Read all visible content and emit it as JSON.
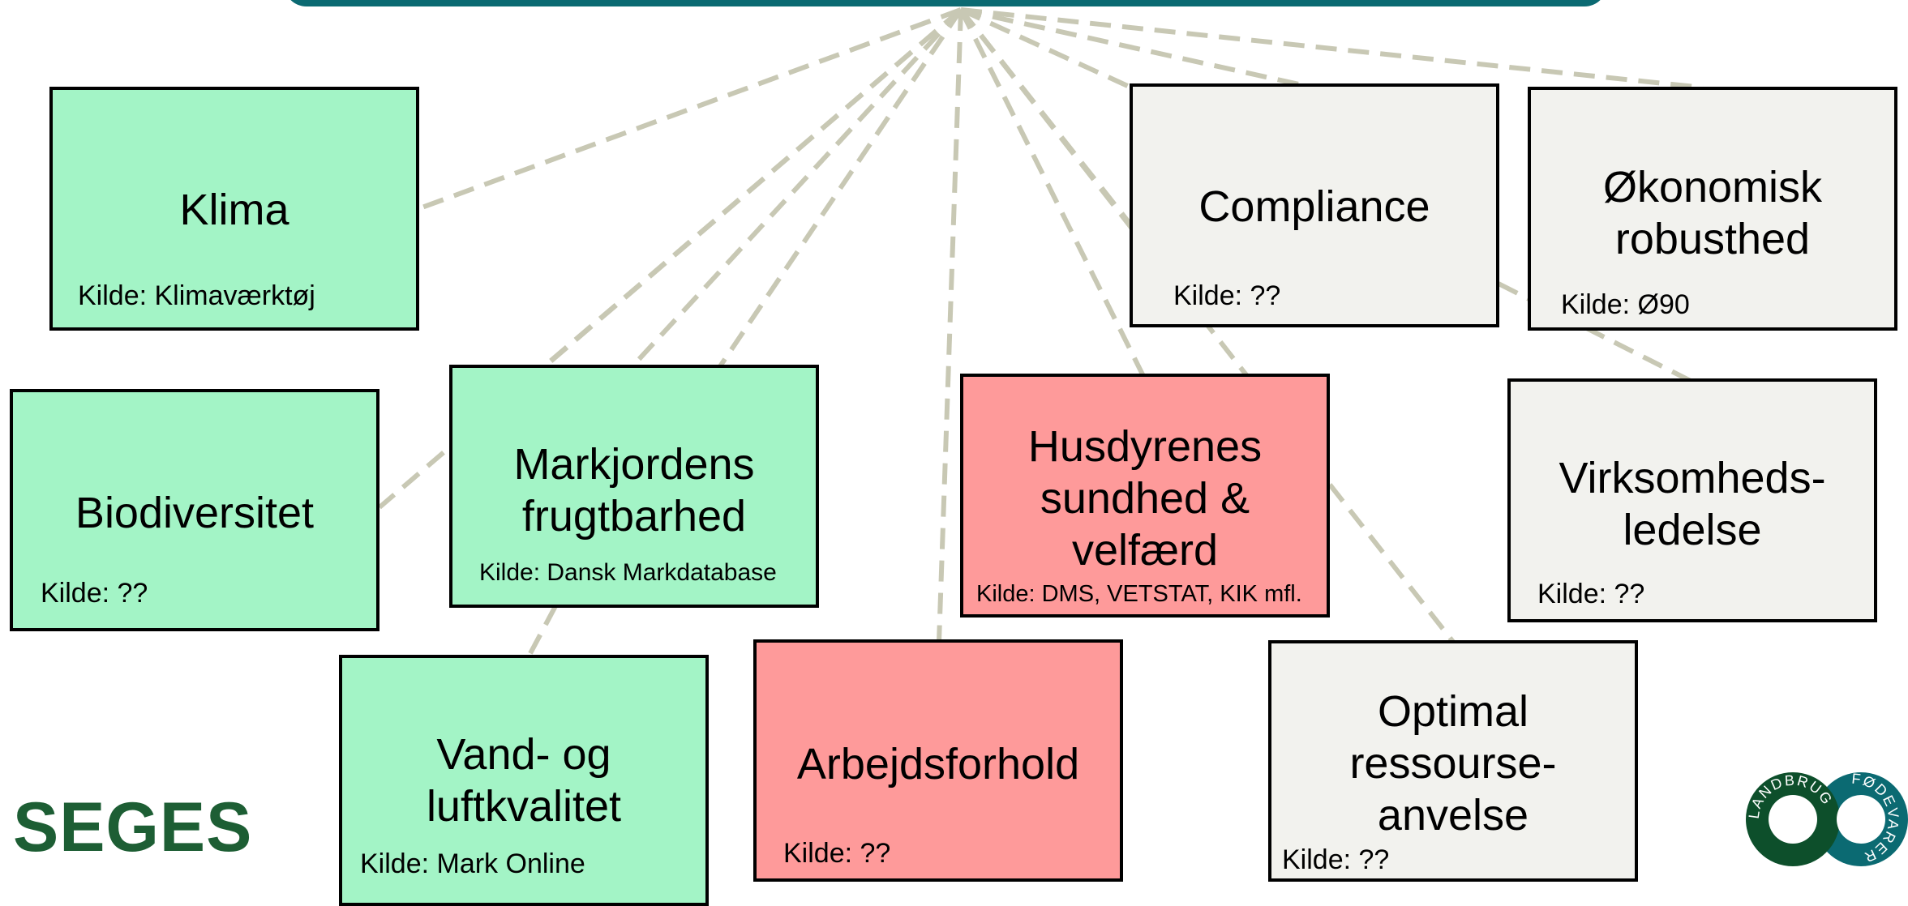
{
  "colors": {
    "green": "#a3f4c6",
    "red": "#fe9a9a",
    "grey": "#f2f2ee",
    "connector": "#c8c8b4",
    "header": "#0b6a72",
    "seges_green": "#1d5e34",
    "lf_dark_green": "#0d4f2b",
    "lf_teal": "#0b6a72"
  },
  "boxes": {
    "klima": {
      "title": "Klima",
      "source": "Kilde: Klimaværktøj"
    },
    "biodiversitet": {
      "title": "Biodiversitet",
      "source": "Kilde: ??"
    },
    "markjordens": {
      "title_line1": "Markjordens",
      "title_line2": "frugtbarhed",
      "source": "Kilde: Dansk Markdatabase"
    },
    "vand": {
      "title_line1": "Vand- og",
      "title_line2": "luftkvalitet",
      "source": "Kilde: Mark Online"
    },
    "arbejds": {
      "title": "Arbejdsforhold",
      "source": "Kilde: ??"
    },
    "husdyr": {
      "title_line1": "Husdyrenes",
      "title_line2": "sundhed &",
      "title_line3": "velfærd",
      "source": "Kilde: DMS, VETSTAT, KIK mfl."
    },
    "compliance": {
      "title": "Compliance",
      "source": "Kilde: ??"
    },
    "okonomisk": {
      "title_line1": "Økonomisk",
      "title_line2": "robusthed",
      "source": "Kilde: Ø90"
    },
    "virksomheds": {
      "title_line1": "Virksomheds-",
      "title_line2": "ledelse",
      "source": "Kilde: ??"
    },
    "optimal": {
      "title_line1": "Optimal",
      "title_line2": "ressourse-",
      "title_line3": "anvelse",
      "source": "Kilde: ??"
    }
  },
  "logos": {
    "seges": "SEGES",
    "landbrug": "LANDBRUG",
    "fodevarer": "FØDEVARER"
  }
}
